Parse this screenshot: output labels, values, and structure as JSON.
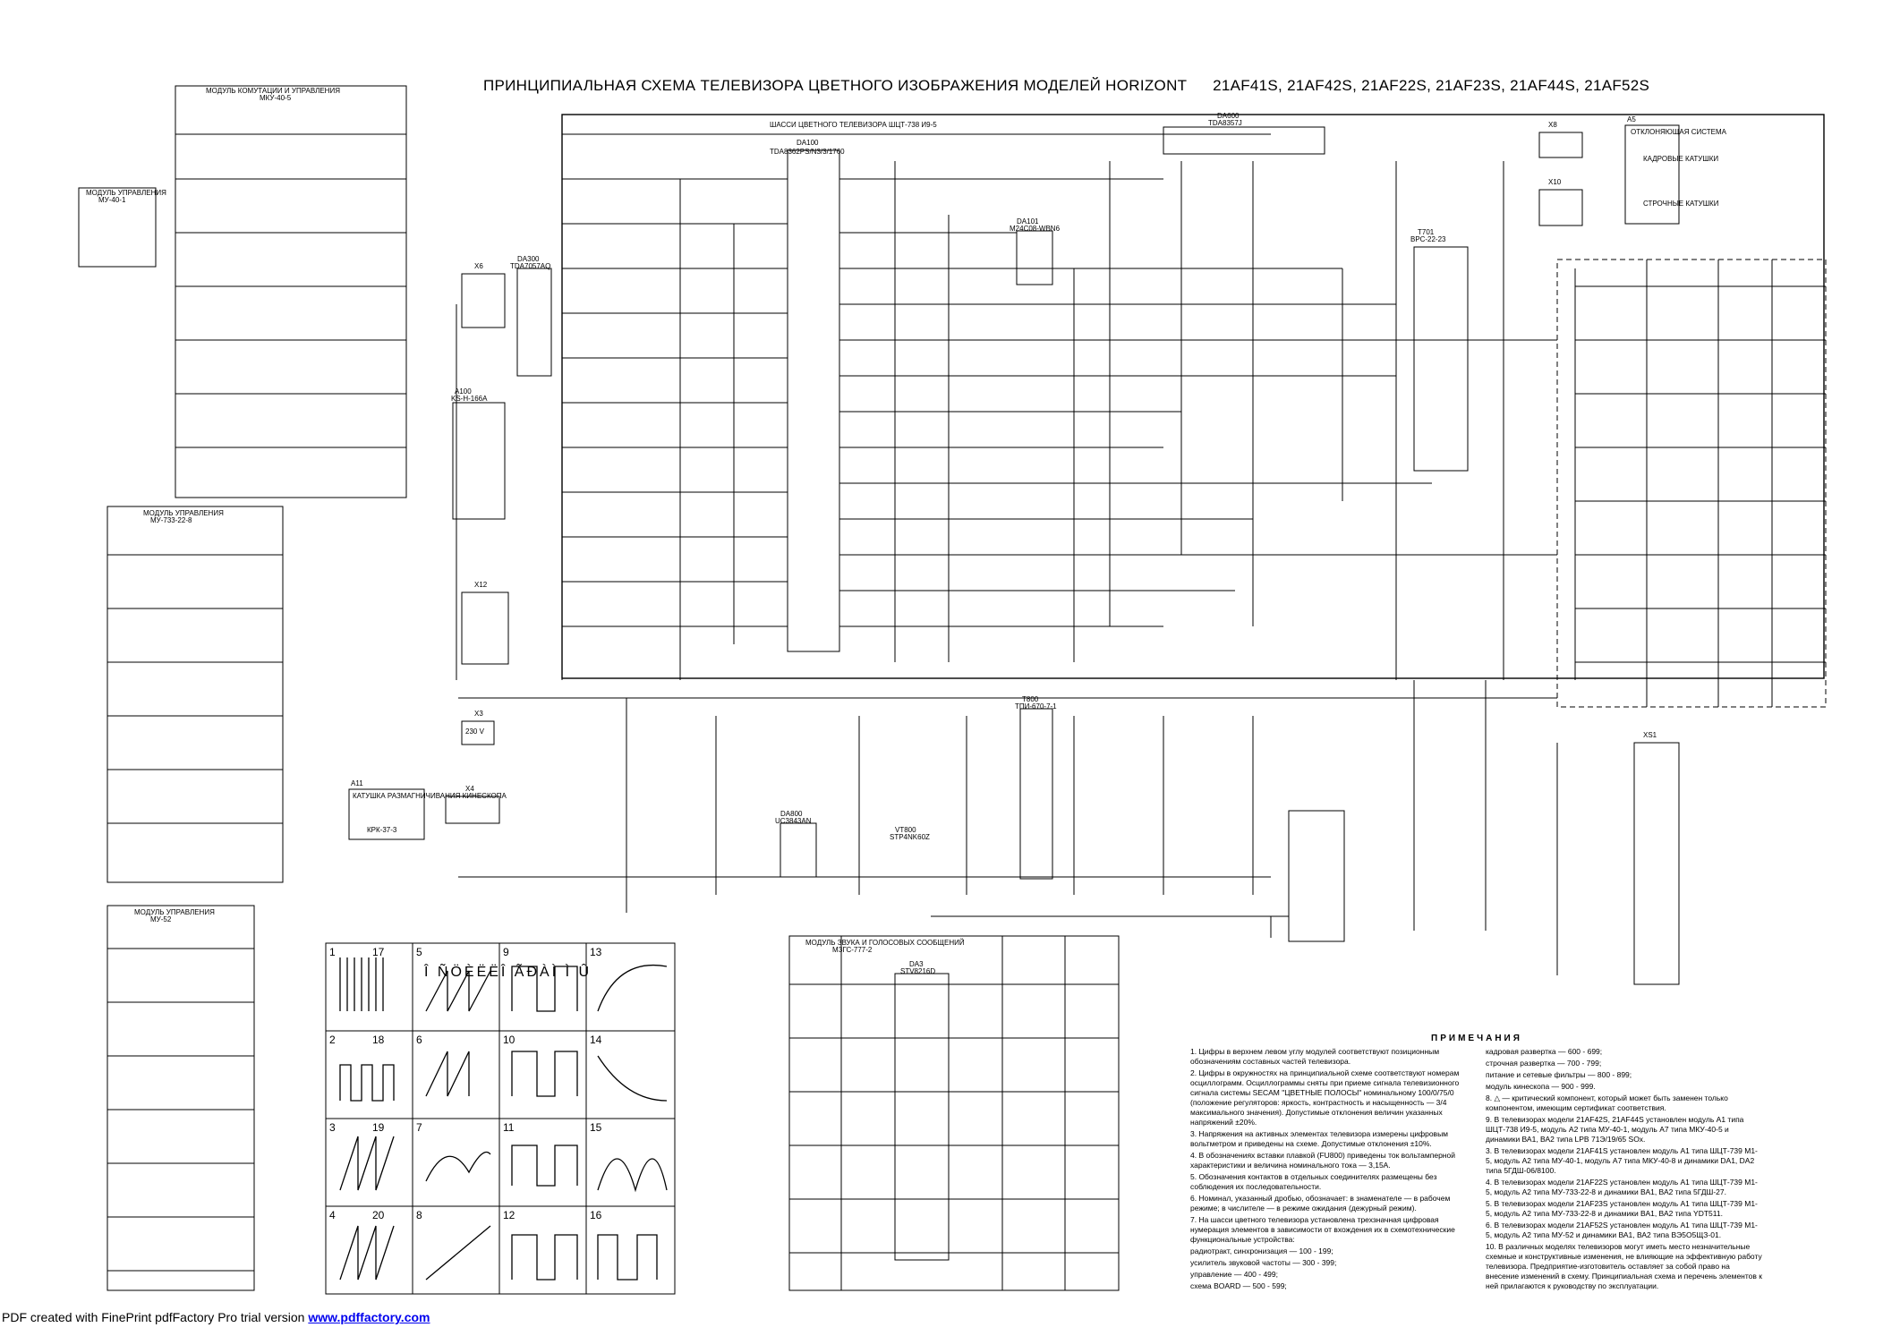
{
  "title": {
    "main": "ПРИНЦИПИАЛЬНАЯ СХЕМА ТЕЛЕВИЗОРА ЦВЕТНОГО ИЗОБРАЖЕНИЯ МОДЕЛЕЙ HORIZONT",
    "models": "21AF41S, 21AF42S, 21AF22S, 21AF23S, 21AF44S, 21AF52S"
  },
  "footer": {
    "text": "PDF created with FinePrint pdfFactory Pro trial version",
    "link": "www.pdffactory.com"
  },
  "modules": {
    "a7_title": "МОДУЛЬ КОМУТАЦИИ И УПРАВЛЕНИЯ",
    "a7_code": "МКУ-40-5",
    "a2_title": "МОДУЛЬ УПРАВЛЕНИЯ",
    "a2_code": "МУ-40-1",
    "a1_chassis": "ШАССИ ЦВЕТНОГО ТЕЛЕВИЗОРА ШЦТ-738 И9-5",
    "module_up2": "МОДУЛЬ УПРАВЛЕНИЯ",
    "module_up2_code": "МУ-733-22-8",
    "module_up3": "МОДУЛЬ УПРАВЛЕНИЯ",
    "module_up3_code": "МУ-52",
    "sound_title": "МОДУЛЬ ЗВУКА И ГОЛОСОВЫХ СООБЩЕНИЙ",
    "sound_code": "МЗГС-777-2",
    "coil_title": "КАТУШКА РАЗМАГНИЧИВАНИЯ КИНЕСКОПА",
    "coil_code": "КРК-37-3",
    "deflect_title": "ОТКЛОНЯЮЩАЯ СИСТЕМА",
    "deflect_frame": "КАДРОВЫЕ КАТУШКИ",
    "deflect_line": "СТРОЧНЫЕ КАТУШКИ"
  },
  "components": {
    "da100": "DA100",
    "da100_code": "TDA8362PS/N3/3/1760",
    "da600": "DA600",
    "da600_code": "TDA8357J",
    "da300": "DA300",
    "da300_code": "TDA7057AQ",
    "da101": "DA101",
    "da101_code": "M24C08-WBN6",
    "a100": "A100",
    "a100_code": "KS-H-166A",
    "da800": "DA800",
    "da800_code": "UC3843AN",
    "vt800": "VT800",
    "vt800_code": "STP4NK60Z",
    "t800": "T800",
    "t800_code": "ТПИ-670-7-1",
    "t701": "T701",
    "t701_code": "ВРС-22-23",
    "da3": "DA3",
    "da3_code": "STV8216D",
    "xs1": "XS1",
    "x3": "X3",
    "x4": "X4",
    "x6": "X6",
    "x12": "X12",
    "x8": "X8",
    "x10": "X10",
    "v230": "230 V",
    "a11": "A11",
    "a5": "A5"
  },
  "waveforms": {
    "heading": "Î ÑÖÈËËÎ ÃÐÀÌ Ì Û",
    "labels": [
      "1",
      "2",
      "3",
      "4",
      "5",
      "6",
      "7",
      "8",
      "9",
      "10",
      "11",
      "12",
      "13",
      "14",
      "15",
      "16",
      "17",
      "18",
      "19",
      "20"
    ]
  },
  "notes": {
    "heading": "ПРИМЕЧАНИЯ",
    "items": [
      "1. Цифры в верхнем левом углу модулей соответствуют позиционным обозначениям составных частей телевизора.",
      "2. Цифры в окружностях на принципиальной схеме соответствуют номерам осциллограмм. Осциллограммы сняты при приеме сигнала телевизионного сигнала системы SECAM \"ЦВЕТНЫЕ ПОЛОСЫ\" номинальному 100/0/75/0 (положение регуляторов: яркость, контрастность и насыщенность — 3/4 максимального значения). Допустимые отклонения величин указанных напряжений ±20%.",
      "3. Напряжения на активных элементах телевизора измерены цифровым вольтметром и приведены на схеме. Допустимые отклонения ±10%.",
      "4. В обозначениях вставки плавкой (FU800) приведены ток вольтамперной характеристики и величина номинального тока — 3,15А.",
      "5. Обозначения контактов в отдельных соединителях размещены без соблюдения их последовательности.",
      "6. Номинал, указанный дробью, обозначает: в знаменателе — в рабочем режиме; в числителе — в режиме ожидания (дежурный режим).",
      "7. На шасси цветного телевизора установлена трехзначная цифровая нумерация элементов в зависимости от вхождения их в схемотехнические функциональные устройства:",
      "радиотракт, синхронизация — 100 - 199;",
      "усилитель звуковой частоты — 300 - 399;",
      "управление — 400 - 499;",
      "схема BOARD — 500 - 599;",
      "кадровая развертка — 600 - 699;",
      "строчная развертка — 700 - 799;",
      "питание и сетевые фильтры — 800 - 899;",
      "модуль кинескопа — 900 - 999.",
      "8. △ — критический компонент, который может быть заменен только компонентом, имеющим сертификат соответствия.",
      "9. В телевизорах модели 21AF42S, 21AF44S установлен модуль А1 типа ШЦТ-738 И9-5, модуль А2 типа МУ-40-1, модуль А7 типа МКУ-40-5 и динамики ВА1, ВА2 типа LPB 71Э/19/65 SOx.",
      "3. В телевизорах модели 21AF41S установлен модуль А1 типа ШЦТ-739 М1-5, модуль А2 типа МУ-40-1, модуль А7 типа МКУ-40-8 и динамики DA1, DA2 типа 5ГДШ-06/8100.",
      "4. В телевизорах модели 21AF22S установлен модуль А1 типа ШЦТ-739 М1-5, модуль А2 типа МУ-733-22-8 и динамики ВА1, ВА2 типа 5ГДШ-27.",
      "5. В телевизорах модели 21AF23S установлен модуль А1 типа ШЦТ-739 М1-5, модуль А2 типа МУ-733-22-8 и динамики ВА1, ВА2 типа YDT511.",
      "6. В телевизорах модели 21AF52S установлен модуль А1 типа ШЦТ-739 М1-5, модуль А2 типа МУ-52 и динамики ВА1, ВА2 типа ВЭ5О5ЩЗ-01.",
      "10. В различных моделях телевизоров могут иметь место незначительные схемные и конструктивные изменения, не влияющие на эффективную работу телевизора. Предприятие-изготовитель оставляет за собой право на внесение изменений в схему. Принципиальная схема и перечень элементов к ней прилагаются к руководству по эксплуатации."
    ]
  }
}
